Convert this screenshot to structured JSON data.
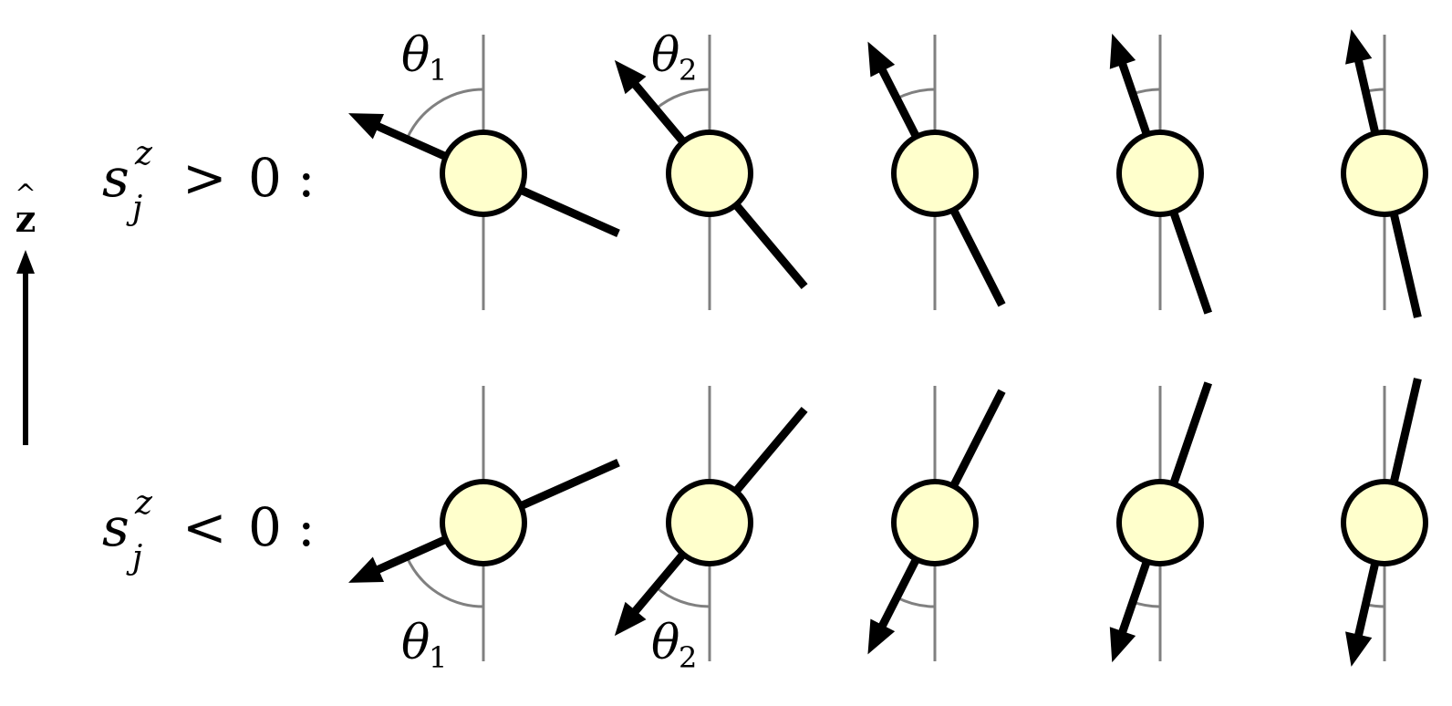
{
  "axis_label": {
    "symbol": "z",
    "accent": "^"
  },
  "rows": [
    {
      "base": "s",
      "superscript": "z",
      "subscript": "j",
      "relation": ">",
      "value": "0",
      "colon": ":",
      "sign": 1,
      "angle_labels": [
        {
          "base": "θ",
          "subscript": "1"
        },
        {
          "base": "θ",
          "subscript": "2"
        }
      ]
    },
    {
      "base": "s",
      "superscript": "z",
      "subscript": "j",
      "relation": "<",
      "value": "0",
      "colon": ":",
      "sign": -1,
      "angle_labels": [
        {
          "base": "θ",
          "subscript": "1"
        },
        {
          "base": "θ",
          "subscript": "2"
        }
      ]
    }
  ],
  "tilt_angles_deg": [
    66,
    40,
    27,
    19,
    13
  ],
  "colors": {
    "spin_fill": "#ffffcc",
    "spin_stroke": "#000000",
    "arrow": "#000000",
    "axis_line": "#808080",
    "angle_arc": "#808080"
  }
}
